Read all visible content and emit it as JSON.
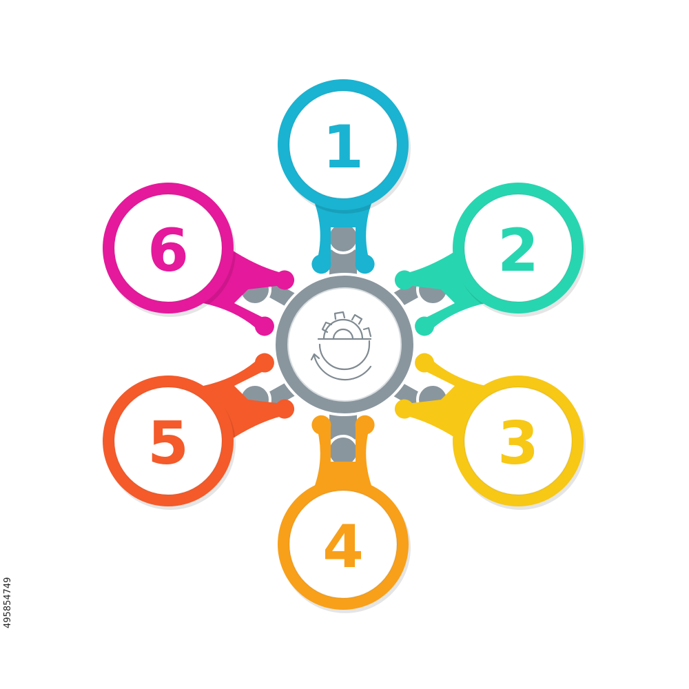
{
  "steps": [
    {
      "number": "1",
      "color": "#1AB3D1"
    },
    {
      "number": "2",
      "color": "#27D6B0"
    },
    {
      "number": "3",
      "color": "#F7C815"
    },
    {
      "number": "4",
      "color": "#F8A019"
    },
    {
      "number": "5",
      "color": "#F45A2A"
    },
    {
      "number": "6",
      "color": "#E5199B"
    }
  ],
  "hub": {
    "color": "#8A969E",
    "icon": "gear-cycle-icon"
  },
  "stock_id": "495854749"
}
